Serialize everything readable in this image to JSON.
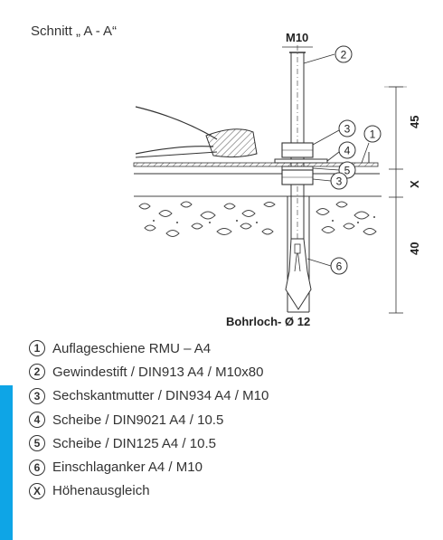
{
  "section_title": "Schnitt „ A - A“",
  "drawing": {
    "thread_label": "M10",
    "bore_label": "Bohrloch- Ø 12",
    "dim_top": "45",
    "dim_mid": "X",
    "dim_bottom": "40",
    "callouts": [
      "2",
      "3",
      "4",
      "1",
      "5",
      "3",
      "6"
    ]
  },
  "legend": [
    {
      "num": "1",
      "text": "Auflageschiene RMU – A4"
    },
    {
      "num": "2",
      "text": "Gewindestift / DIN913 A4 / M10x80"
    },
    {
      "num": "3",
      "text": "Sechskantmutter / DIN934 A4 / M10"
    },
    {
      "num": "4",
      "text": "Scheibe / DIN9021 A4 / 10.5"
    },
    {
      "num": "5",
      "text": "Scheibe / DIN125 A4 / 10.5"
    },
    {
      "num": "6",
      "text": "Einschlaganker A4 / M10"
    },
    {
      "num": "X",
      "text": "Höhenausgleich"
    }
  ],
  "colors": {
    "accent": "#0ea5e6",
    "line": "#333333"
  }
}
